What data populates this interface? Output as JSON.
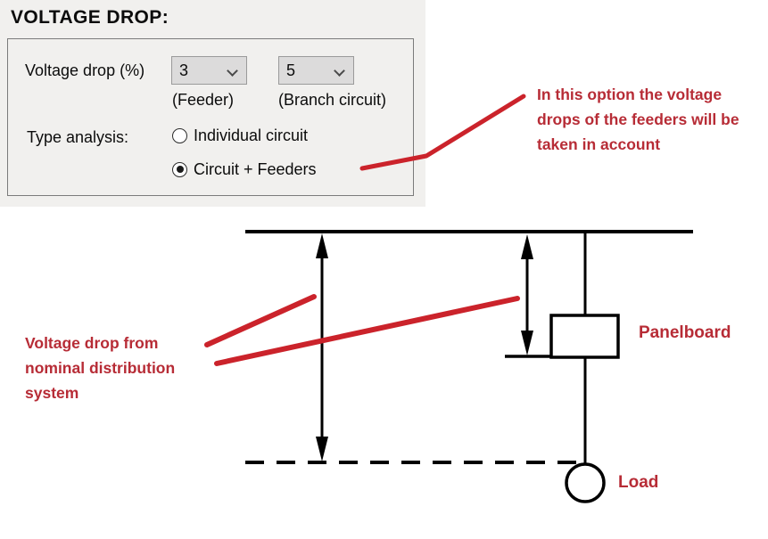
{
  "colors": {
    "annotation_text": "#b72c36",
    "annotation_line": "#cb232b",
    "diagram_stroke": "#000000",
    "panel_bg": "#f1f0ee",
    "combo_bg": "#dcdbdb"
  },
  "voltage_panel": {
    "title": "VOLTAGE DROP:",
    "voltage_drop_label": "Voltage drop (%)",
    "feeder_combo": {
      "value": "3"
    },
    "branch_combo": {
      "value": "5"
    },
    "feeder_caption": "(Feeder)",
    "branch_caption": "(Branch circuit)",
    "type_analysis_label": "Type analysis:",
    "radio_individual": {
      "label": "Individual circuit",
      "selected": false
    },
    "radio_circuit_feeders": {
      "label": "Circuit + Feeders",
      "selected": true
    }
  },
  "annotations": {
    "option_note": "In this option the voltage drops of the feeders will be taken in account",
    "voltage_drop_note": "Voltage drop from nominal distribution system",
    "panelboard_label": "Panelboard",
    "load_label": "Load"
  }
}
